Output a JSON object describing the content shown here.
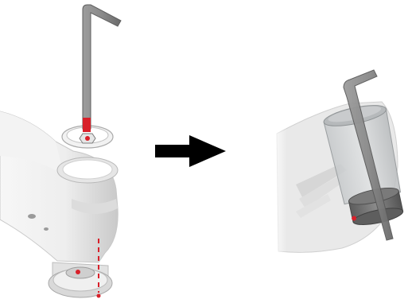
{
  "figure": {
    "panels": [
      {
        "id": "before",
        "parts": [
          "spout-body",
          "hex-key",
          "aerator-cap",
          "aerator-ring",
          "base-flange",
          "alignment-marks"
        ]
      },
      {
        "id": "after",
        "parts": [
          "spout-body-ghost",
          "aerator-cartridge",
          "hex-key",
          "alignment-mark"
        ]
      }
    ],
    "connector": {
      "icon": "right-arrow-icon",
      "direction": "right"
    },
    "colors": {
      "background": "#ffffff",
      "body": "#eeeeee",
      "shadow": "#bdbdbd",
      "key": "#8c8c8c",
      "key_dark": "#6a6a6a",
      "marker": "#d8202a",
      "arrow": "#000000",
      "cartridge_glass": "#cfd2d4",
      "cartridge_cap": "#6f6f6f"
    }
  }
}
